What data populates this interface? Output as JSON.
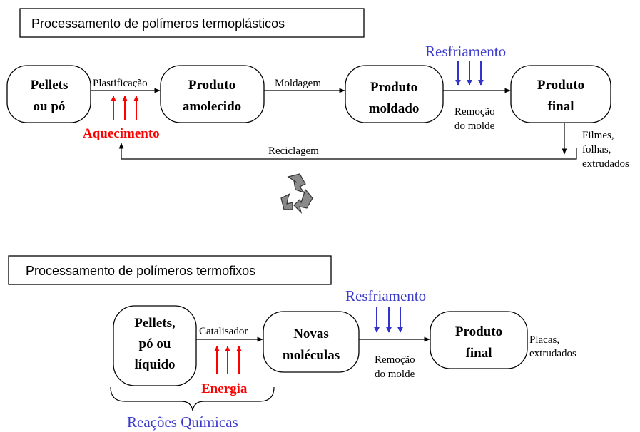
{
  "thermoplastic": {
    "title": "Processamento de polímeros termoplásticos",
    "nodes": {
      "pellets": [
        "Pellets",
        "ou pó"
      ],
      "softened": [
        "Produto",
        "amolecido"
      ],
      "molded": [
        "Produto",
        "moldado"
      ],
      "final": [
        "Produto",
        "final"
      ]
    },
    "edges": {
      "plasticization": "Plastificação",
      "molding": "Moldagem",
      "mold_removal": [
        "Remoção",
        "do molde"
      ],
      "recycling": "Reciclagem"
    },
    "heating": "Aquecimento",
    "cooling": "Resfriamento",
    "outputs": [
      "Filmes,",
      "folhas,",
      "extrudados"
    ],
    "recycle_symbol": "recycle-icon"
  },
  "thermoset": {
    "title": "Processamento de polímeros termofixos",
    "nodes": {
      "pellets": [
        "Pellets,",
        "pó ou",
        "líquido"
      ],
      "new_molecules": [
        "Novas",
        "moléculas"
      ],
      "final": [
        "Produto",
        "final"
      ]
    },
    "edges": {
      "catalyst": "Catalisador",
      "mold_removal": [
        "Remoção",
        "do molde"
      ]
    },
    "energy": "Energia",
    "cooling": "Resfriamento",
    "outputs": [
      "Placas,",
      "extrudados"
    ],
    "brace_label": "Reações Químicas"
  },
  "colors": {
    "heat": "#ff0000",
    "cool": "#3333cc",
    "recycle": "#808080"
  }
}
